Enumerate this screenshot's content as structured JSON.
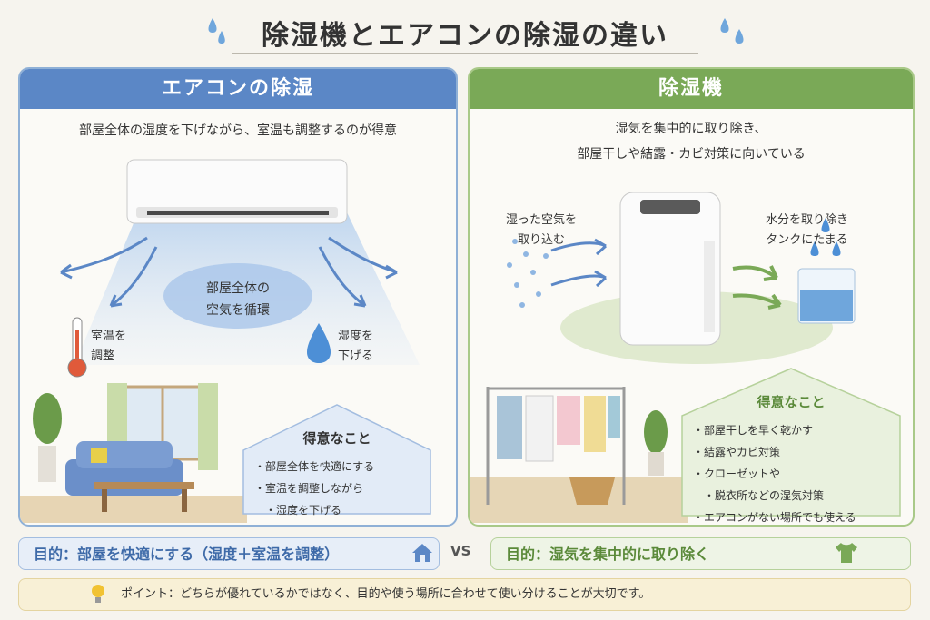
{
  "title": "除湿機とエアコンの除湿の違い",
  "left": {
    "header": "エアコンの除湿",
    "description": "部屋全体の湿度を下げながら、室温も調整するのが得意",
    "circulate_label": [
      "部屋全体の",
      "空気を循環"
    ],
    "temp_label": [
      "室温を",
      "調整"
    ],
    "humidity_label": [
      "湿度を",
      "下げる"
    ],
    "strengths_title": "得意なこと",
    "strengths": [
      "部屋全体を快適にする",
      "室温を調整しながら",
      "湿度を下げる"
    ],
    "purpose": "目的：部屋を快適にする（湿度＋室温を調整）"
  },
  "right": {
    "header": "除湿機",
    "description": [
      "湿気を集中的に取り除き、",
      "部屋干しや結露・カビ対策に向いている"
    ],
    "intake_label": [
      "湿った空気を",
      "取り込む"
    ],
    "remove_label": [
      "水分を取り除き",
      "タンクにたまる"
    ],
    "strengths_title": "得意なこと",
    "strengths": [
      "部屋干しを早く乾かす",
      "結露やカビ対策",
      "クローゼットや",
      "脱衣所などの湿気対策",
      "エアコンがない場所でも使える"
    ],
    "purpose": "目的：湿気を集中的に取り除く"
  },
  "vs": "VS",
  "point": "ポイント：どちらが優れているかではなく、目的や使う場所に合わせて使い分けることが大切です。",
  "colors": {
    "blue": "#5b87c6",
    "green": "#7aa957",
    "water": "#4d8fd6"
  }
}
